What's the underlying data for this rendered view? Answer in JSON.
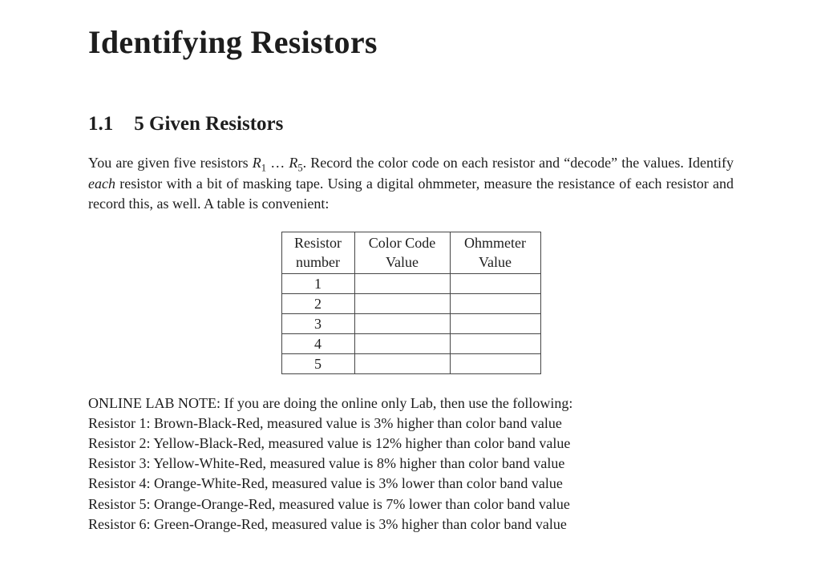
{
  "page": {
    "colors": {
      "background": "#ffffff",
      "ink": "#1d1d1d",
      "table_border": "#464646"
    }
  },
  "document": {
    "title": "Identifying Resistors",
    "section": {
      "number": "1.1",
      "title": "5 Given Resistors"
    },
    "intro_paragraph": {
      "segments": [
        {
          "text": "You are given five resistors ",
          "style": "normal"
        },
        {
          "text": "R",
          "style": "math"
        },
        {
          "text": "1",
          "style": "sub"
        },
        {
          "text": " … ",
          "style": "normal"
        },
        {
          "text": "R",
          "style": "math"
        },
        {
          "text": "5",
          "style": "sub"
        },
        {
          "text": ". Record the color code on each resistor and “decode” the values.  Identify ",
          "style": "normal"
        },
        {
          "text": "each",
          "style": "italic"
        },
        {
          "text": " resistor with a bit of masking tape.  Using a digital ohmmeter, measure the resistance of each resistor and record this, as well.  A table is convenient:",
          "style": "normal"
        }
      ]
    },
    "table": {
      "headers": [
        {
          "line1": "Resistor",
          "line2": "number"
        },
        {
          "line1": "Color Code",
          "line2": "Value"
        },
        {
          "line1": "Ohmmeter",
          "line2": "Value"
        }
      ],
      "rows": [
        {
          "number": "1",
          "color_code_value": "",
          "ohmmeter_value": ""
        },
        {
          "number": "2",
          "color_code_value": "",
          "ohmmeter_value": ""
        },
        {
          "number": "3",
          "color_code_value": "",
          "ohmmeter_value": ""
        },
        {
          "number": "4",
          "color_code_value": "",
          "ohmmeter_value": ""
        },
        {
          "number": "5",
          "color_code_value": "",
          "ohmmeter_value": ""
        }
      ]
    },
    "online_note": {
      "heading": "ONLINE LAB NOTE: If you are doing the online only Lab, then use the following:",
      "items": [
        "Resistor 1: Brown-Black-Red, measured value is 3% higher than color band value",
        "Resistor 2: Yellow-Black-Red, measured value is 12% higher than color band value",
        "Resistor 3: Yellow-White-Red, measured value is 8% higher than color band value",
        "Resistor 4: Orange-White-Red, measured value is 3% lower than color band value",
        "Resistor 5: Orange-Orange-Red, measured value is 7% lower than color band value",
        "Resistor 6: Green-Orange-Red, measured value is 3% higher than color band value"
      ]
    }
  }
}
